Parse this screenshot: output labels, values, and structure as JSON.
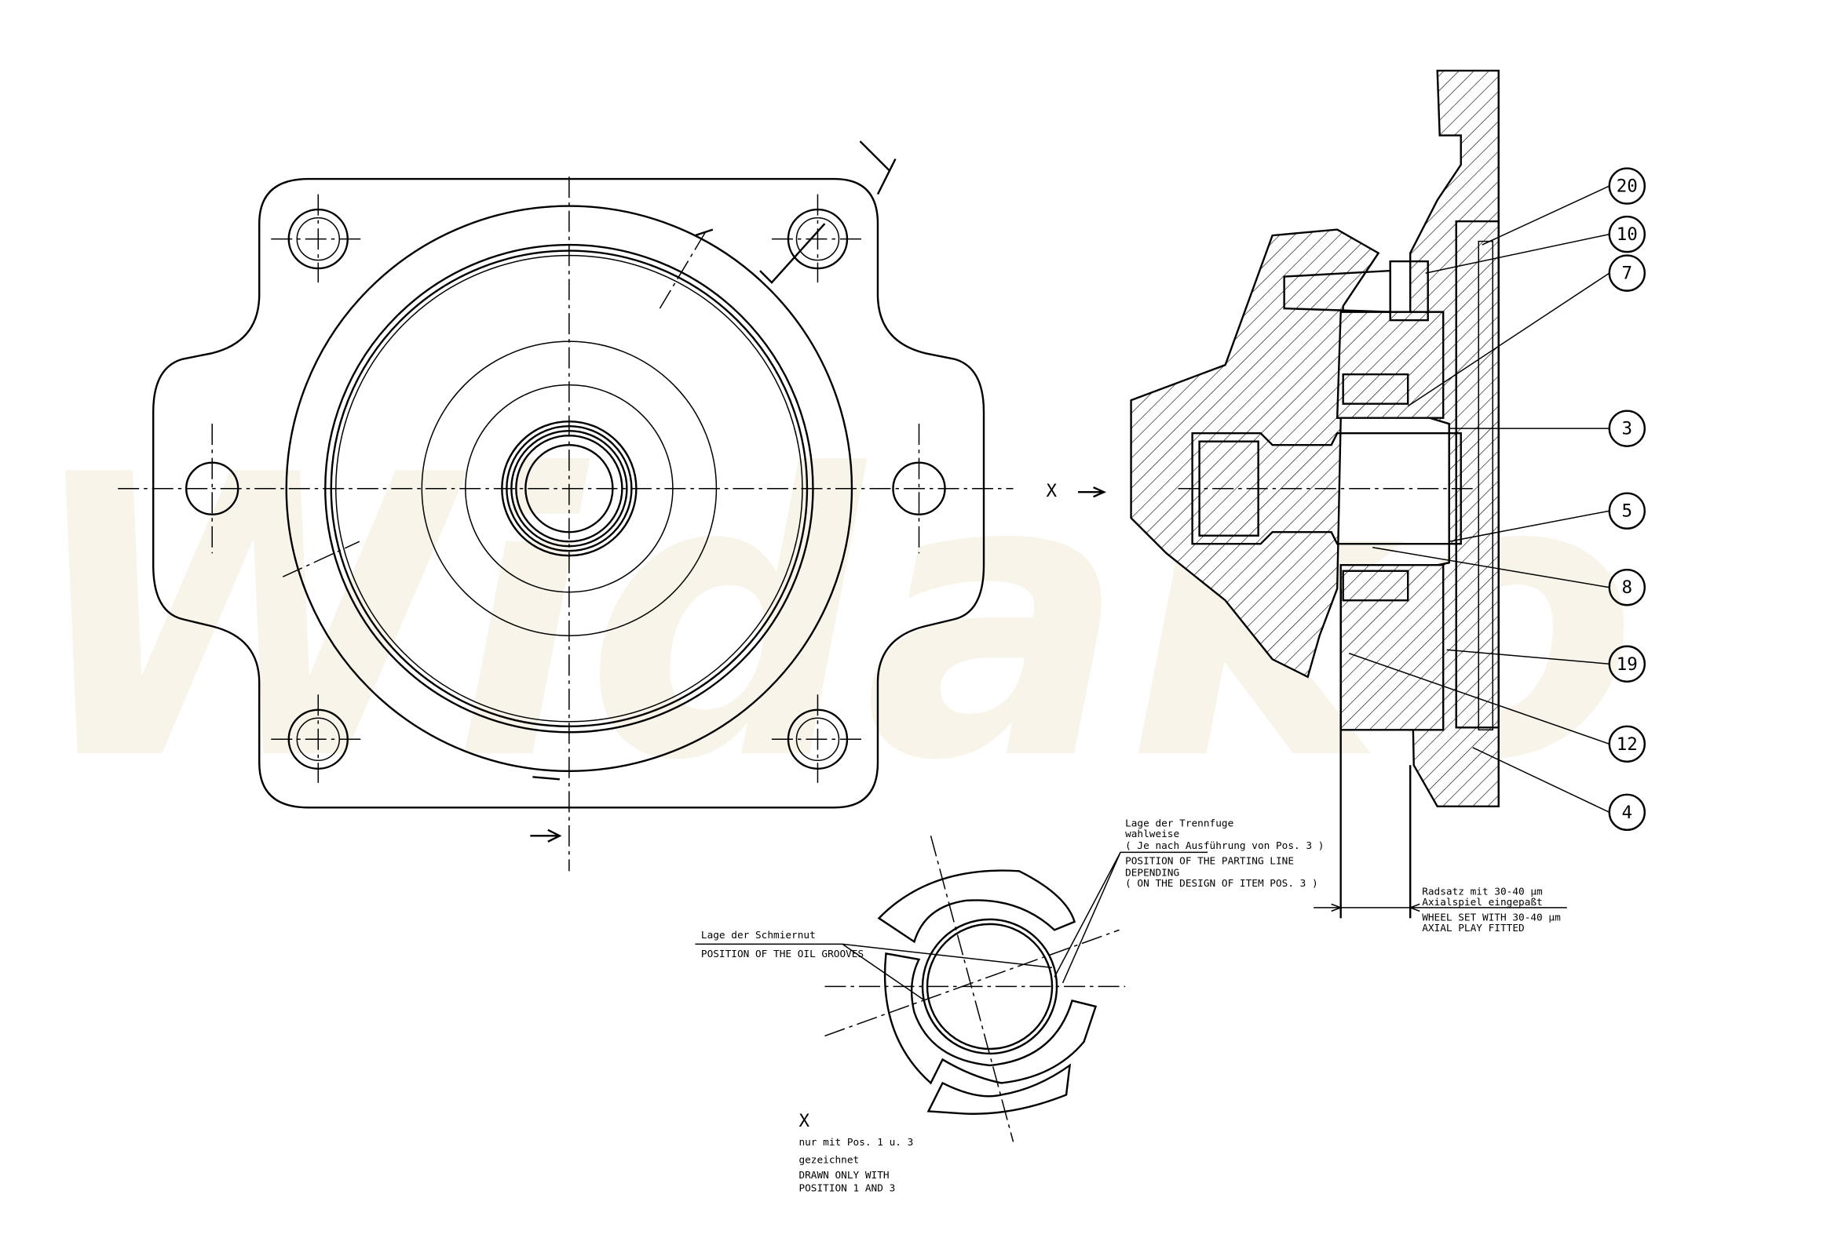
{
  "watermark": "Widako",
  "section_marker": "X",
  "balloons": [
    "20",
    "10",
    "7",
    "3",
    "5",
    "8",
    "19",
    "12",
    "4"
  ],
  "parting_line_note": {
    "de": [
      "Lage der Trennfuge",
      "wahlweise",
      "( Je nach Ausführung von Pos. 3 )"
    ],
    "en": [
      "POSITION OF THE PARTING LINE",
      "DEPENDING",
      "( ON THE DESIGN OF ITEM POS. 3 )"
    ]
  },
  "axial_play_note": {
    "de": [
      "Radsatz mit 30-40 µm",
      "Axialspiel eingepaßt"
    ],
    "en": [
      "WHEEL SET WITH 30-40 µm",
      "AXIAL PLAY FITTED"
    ]
  },
  "oil_groove_note": {
    "de": "Lage der Schmiernut",
    "en": "POSITION OF THE OIL GROOVES"
  },
  "detail_x": {
    "title": "X",
    "de": [
      "nur mit Pos. 1 u. 3",
      "gezeichnet"
    ],
    "en": [
      "DRAWN ONLY WITH",
      "POSITION 1 AND 3"
    ]
  }
}
